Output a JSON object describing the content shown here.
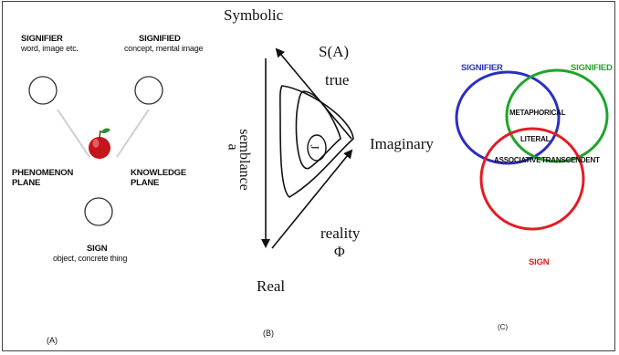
{
  "panel_a": {
    "signifier_title": "SIGNIFIER",
    "signifier_sub": "word, image etc.",
    "signified_title": "SIGNIFIED",
    "signified_sub": "concept, mental image",
    "phenomenon_line1": "PHENOMENON",
    "phenomenon_line2": "PLANE",
    "knowledge_line1": "KNOWLEDGE",
    "knowledge_line2": "PLANE",
    "sign_title": "SIGN",
    "sign_sub": "object, concrete thing",
    "caption": "(A)",
    "apple_color": "#c4141c"
  },
  "panel_b": {
    "symbolic": "Symbolic",
    "s_a": "S(A)",
    "true": "true",
    "imaginary": "Imaginary",
    "semblance": "semblance",
    "a": "a",
    "j": "J",
    "reality": "reality",
    "phi": "Φ",
    "real": "Real",
    "caption": "(B)"
  },
  "panel_c": {
    "signifier": "SIGNIFIER",
    "signified": "SIGNIFIED",
    "metaphorical": "METAPHORICAL",
    "literal": "LITERAL",
    "associative": "ASSOCIATIVE",
    "transcendent": "TRANSCENDENT",
    "sign": "SIGN",
    "caption": "(C)",
    "colors": {
      "signifier": "#2b2fbf",
      "signified": "#1fa52a",
      "sign": "#e31c23"
    }
  }
}
